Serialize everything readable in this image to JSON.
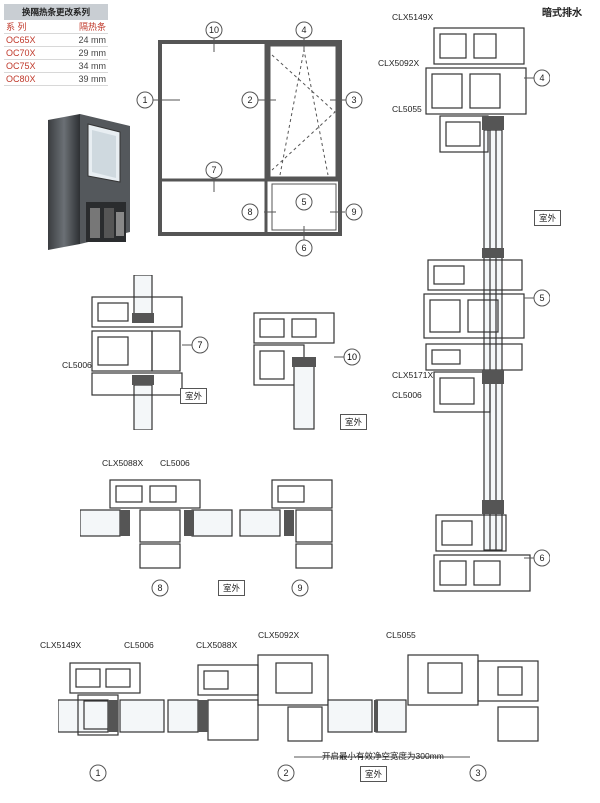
{
  "series_table": {
    "header": "换隔热条更改系列",
    "col_headers": [
      "系 列",
      "隔热条"
    ],
    "rows": [
      {
        "series": "OC65X",
        "strip": "24 mm"
      },
      {
        "series": "OC70X",
        "strip": "29 mm"
      },
      {
        "series": "OC75X",
        "strip": "34 mm"
      },
      {
        "series": "OC80X",
        "strip": "39 mm"
      }
    ]
  },
  "drainage_title": "暗式排水",
  "outdoor_label": "室外",
  "window_markers": [
    "1",
    "2",
    "3",
    "4",
    "5",
    "6",
    "7",
    "8",
    "9",
    "10"
  ],
  "profile_labels": {
    "p4_a": "CLX5149X",
    "p4_b": "CLX5092X",
    "p4_c": "CL5055",
    "p5_a": "CLX5171X",
    "p5_b": "CL5006",
    "p7": "CL5006",
    "p8_a": "CLX5088X",
    "p8_b": "CL5006",
    "b1_a": "CLX5149X",
    "b1_b": "CL5006",
    "b2_a": "CLX5088X",
    "b2_b": "CLX5092X",
    "b3": "CL5055"
  },
  "dimension_note": "开启最小有效净空宽度为300mm"
}
